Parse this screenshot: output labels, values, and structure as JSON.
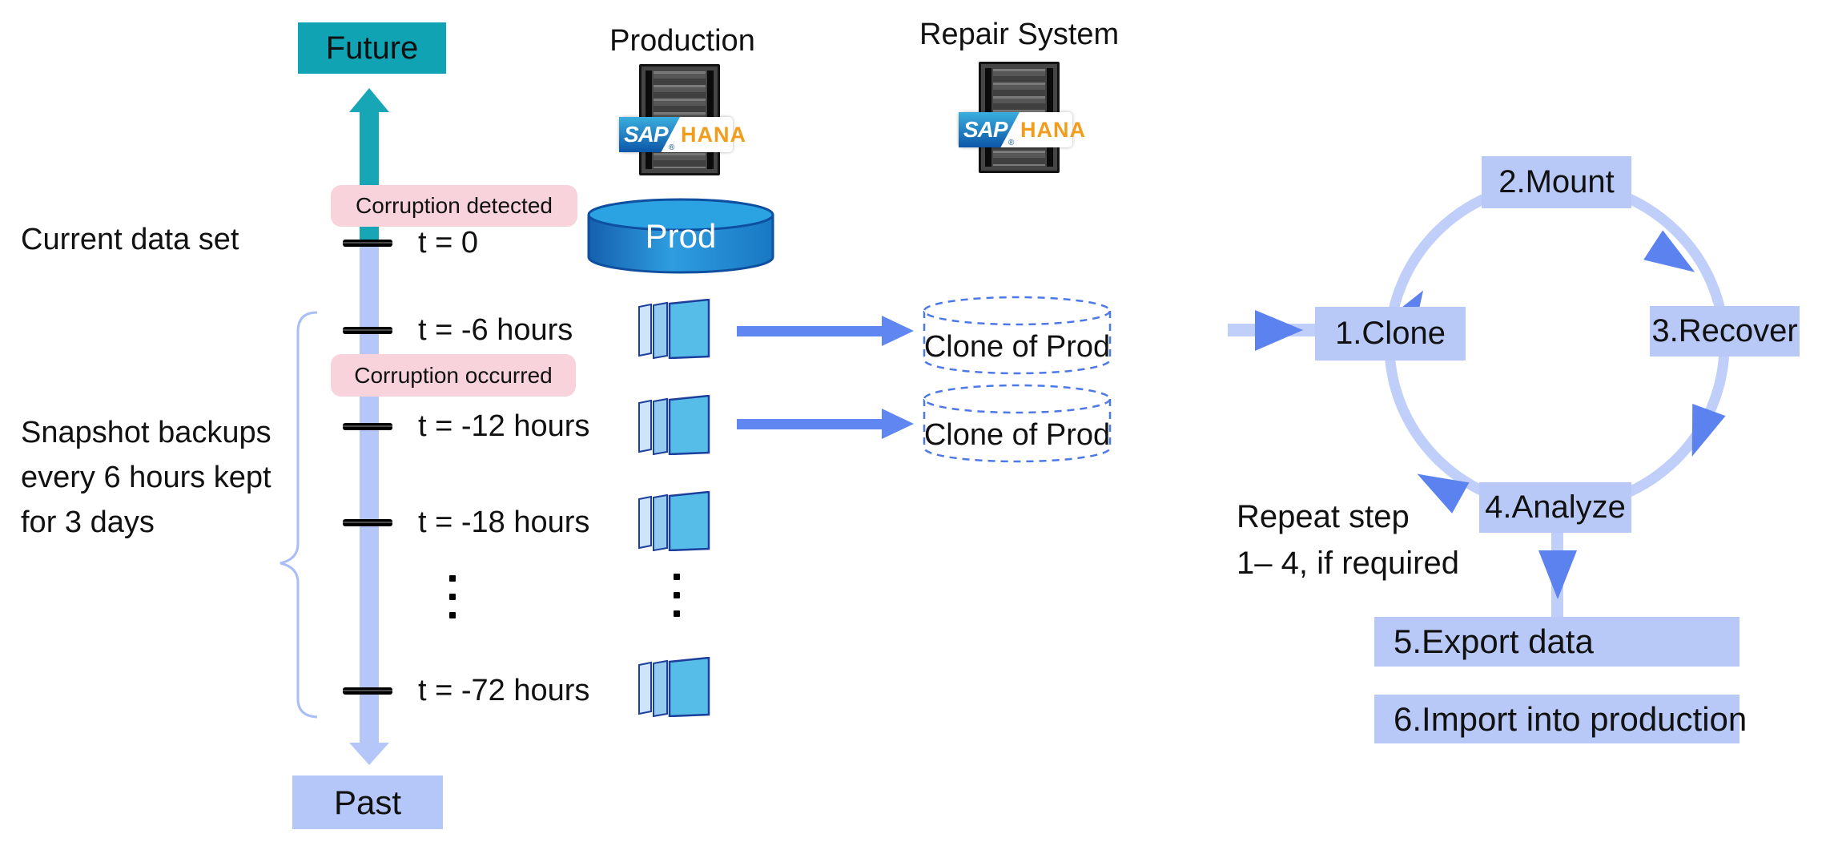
{
  "timeline": {
    "future_label": "Future",
    "past_label": "Past",
    "current_data_label": "Current data set",
    "snapshot_note_lines": [
      "Snapshot backups",
      "every 6 hours kept",
      "for 3 days"
    ],
    "corruption_detected_label": "Corruption detected",
    "corruption_occurred_label": "Corruption occurred",
    "tick_labels": [
      "t = 0",
      "t = -6 hours",
      "t = -12 hours",
      "t = -18 hours",
      "t = -72 hours"
    ]
  },
  "production": {
    "title": "Production",
    "database_label": "Prod",
    "clone_labels": [
      "Clone of Prod",
      "Clone of Prod"
    ]
  },
  "repair_system": {
    "title": "Repair System"
  },
  "sap_logo": {
    "sap": "SAP",
    "hana": "HANA",
    "registered": "®"
  },
  "cycle": {
    "step1": "1.Clone",
    "step2": "2.Mount",
    "step3": "3.Recover",
    "step4": "4.Analyze",
    "repeat_note_lines": [
      "Repeat step",
      "1– 4, if required"
    ],
    "step5": "5.Export data",
    "step6": "6.Import into production"
  },
  "colors": {
    "teal": "#0fa3b4",
    "teal_arrow": "#17a6b6",
    "timeline_blue": "#b5c7f8",
    "flow_box": "#b8c9f7",
    "ring": "#c0cff9",
    "arrow_dark": "#5b82ee",
    "harrow": "#5f86f1",
    "pink": "#f9d3db",
    "clone_dash": "#4d79e8",
    "hana_orange": "#f19d1b"
  }
}
